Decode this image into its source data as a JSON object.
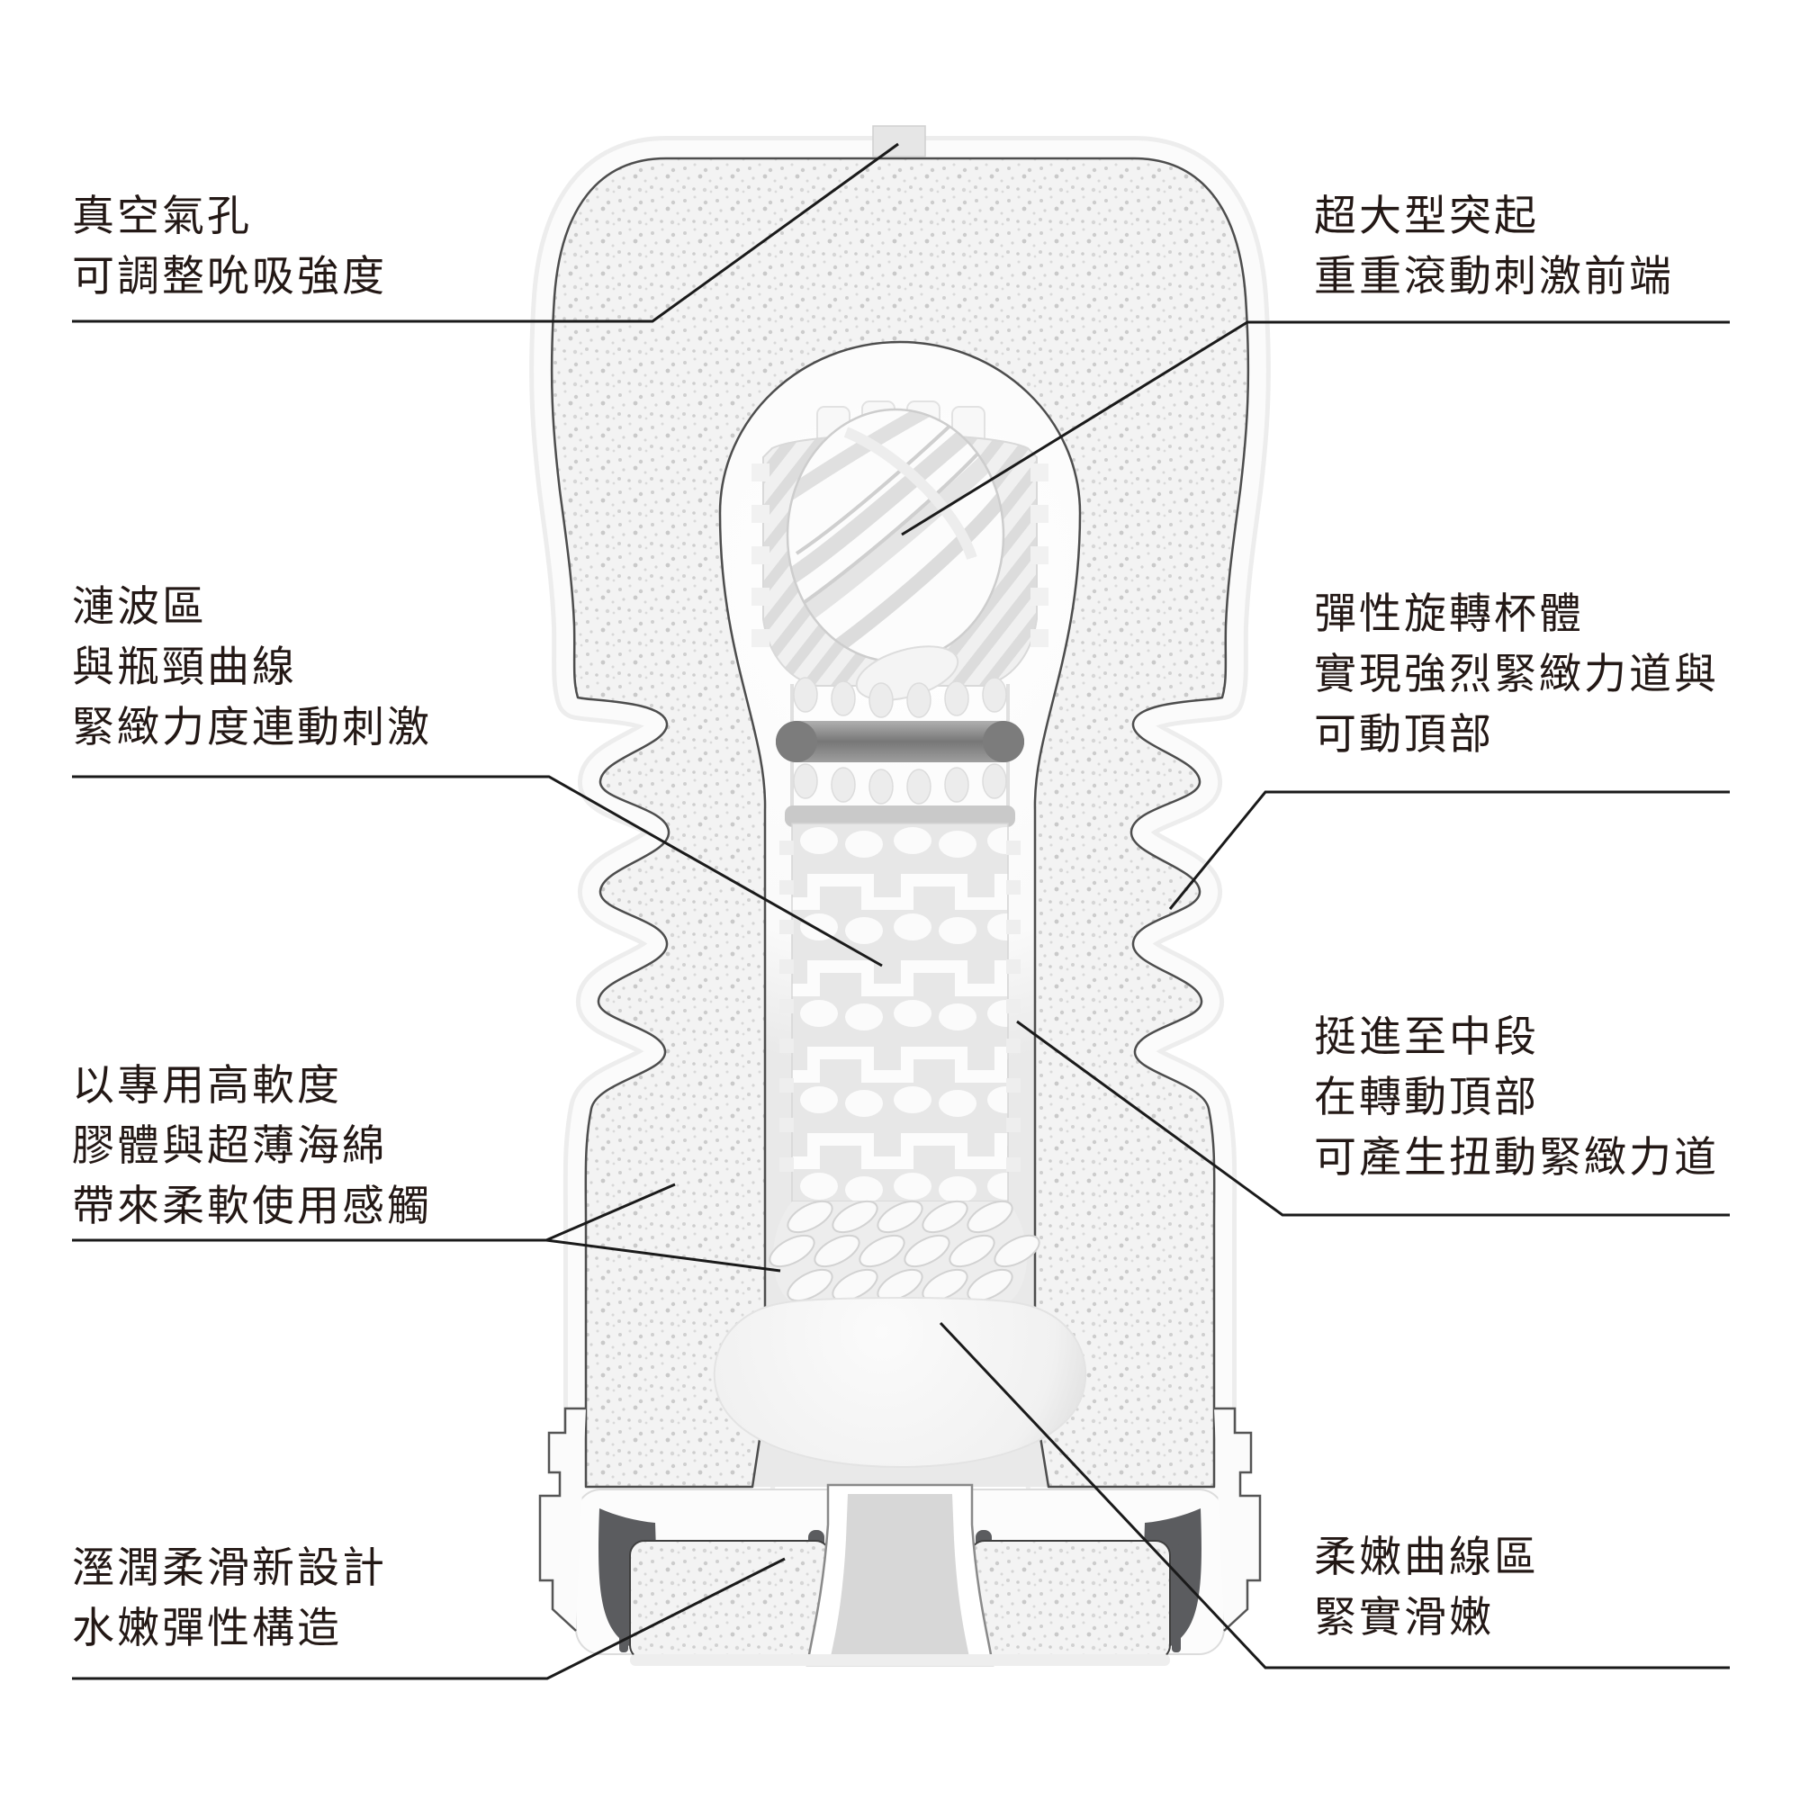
{
  "figure": {
    "title": "product-cutaway-diagram",
    "language": "zh-TW"
  },
  "annotations": [
    {
      "id": "vacuum-hole",
      "position": "top-left",
      "lines": [
        "真空氣孔",
        "可調整吮吸強度"
      ]
    },
    {
      "id": "large-protrusion",
      "position": "top-right",
      "lines": [
        "超大型突起",
        "重重滾動刺激前端"
      ]
    },
    {
      "id": "ripple-zone",
      "position": "middle-left",
      "lines": [
        "漣波區",
        "與瓶頸曲線",
        "緊緻力度連動刺激"
      ]
    },
    {
      "id": "elastic-rotating-cup",
      "position": "middle-right",
      "lines": [
        "彈性旋轉杯體",
        "實現強烈緊緻力道與",
        "可動頂部"
      ]
    },
    {
      "id": "soft-gel-sponge",
      "position": "lower-left",
      "lines": [
        "以專用高軟度",
        "膠體與超薄海綿",
        "帶來柔軟使用感觸"
      ]
    },
    {
      "id": "mid-section-twist",
      "position": "lower-right",
      "lines": [
        "挺進至中段",
        "在轉動頂部",
        "可產生扭動緊緻力道"
      ]
    },
    {
      "id": "moist-smooth-design",
      "position": "bottom-left",
      "lines": [
        "溼潤柔滑新設計",
        "水嫩彈性構造"
      ]
    },
    {
      "id": "soft-curve-zone",
      "position": "bottom-right",
      "lines": [
        "柔嫩曲線區",
        "緊實滑嫩"
      ]
    }
  ],
  "colors": {
    "text": "#231815",
    "callout_line": "#1a1a1a",
    "sponge_fill": "#f3f3f3",
    "sponge_dot": "#cccccc",
    "outline_dark": "#4d4d4d",
    "o_ring": "#7c7c7c",
    "base_dark": "#5b5c5f"
  }
}
